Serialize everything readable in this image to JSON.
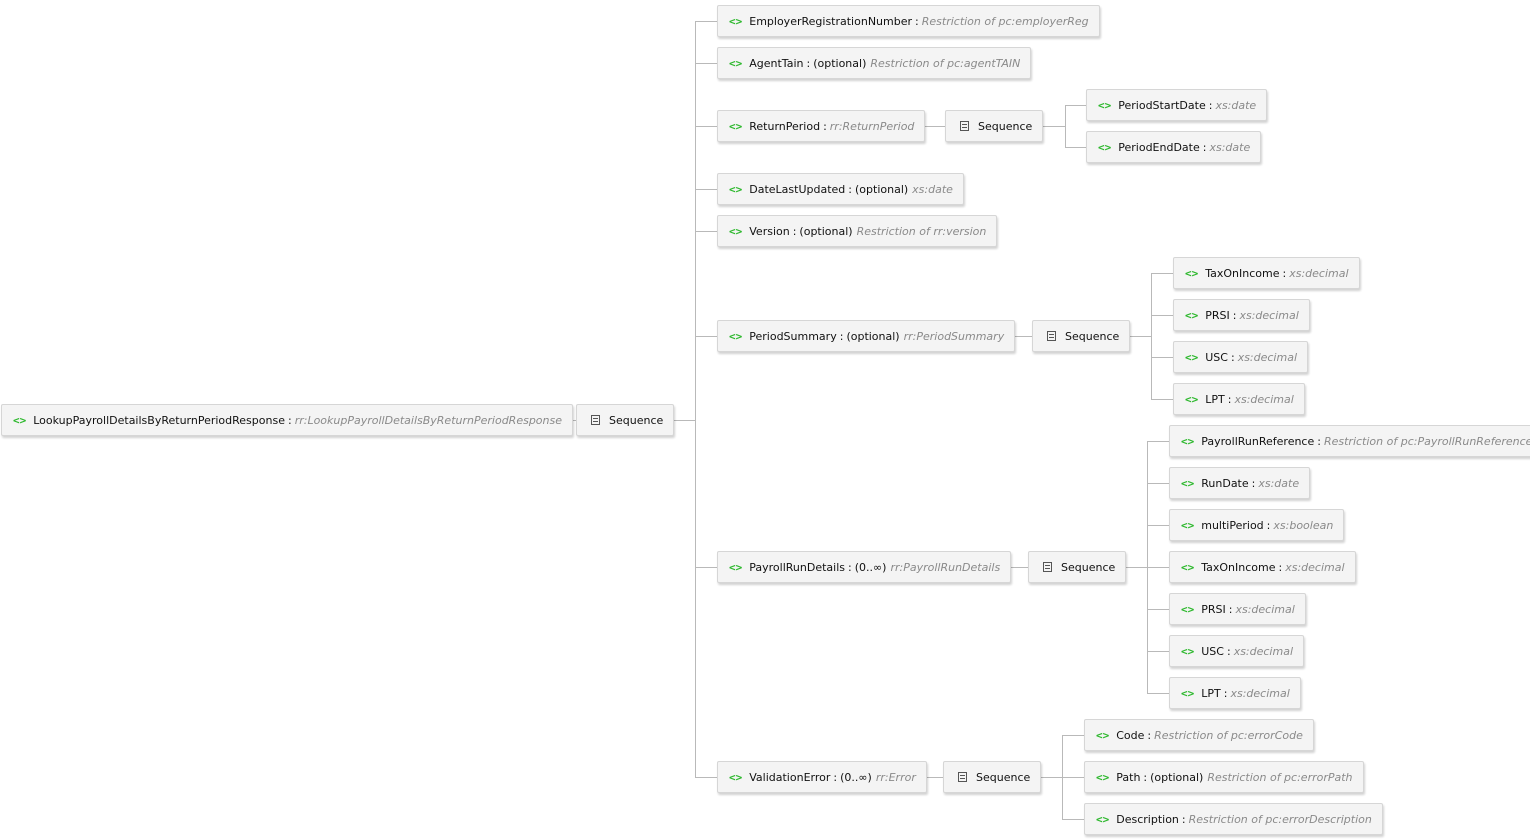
{
  "labels": {
    "element_icon": "<>",
    "separator": ":",
    "sequence": "Sequence"
  },
  "colors": {
    "element_icon": "#2cb82c",
    "type_text": "#8a8a8a",
    "connector": "#b9b9b9",
    "node_background": "#f4f4f4",
    "node_border": "#d6d6d6"
  },
  "root": {
    "name": "LookupPayrollDetailsByReturnPeriodResponse",
    "card": "",
    "type": "rr:LookupPayrollDetailsByReturnPeriodResponse",
    "children": [
      {
        "name": "EmployerRegistrationNumber",
        "card": "",
        "type": "Restriction of pc:employerReg"
      },
      {
        "name": "AgentTain",
        "card": "(optional)",
        "type": "Restriction of pc:agentTAIN"
      },
      {
        "name": "ReturnPeriod",
        "card": "",
        "type": "rr:ReturnPeriod",
        "children": [
          {
            "name": "PeriodStartDate",
            "card": "",
            "type": "xs:date"
          },
          {
            "name": "PeriodEndDate",
            "card": "",
            "type": "xs:date"
          }
        ]
      },
      {
        "name": "DateLastUpdated",
        "card": "(optional)",
        "type": "xs:date"
      },
      {
        "name": "Version",
        "card": "(optional)",
        "type": "Restriction of rr:version"
      },
      {
        "name": "PeriodSummary",
        "card": "(optional)",
        "type": "rr:PeriodSummary",
        "children": [
          {
            "name": "TaxOnIncome",
            "card": "",
            "type": "xs:decimal"
          },
          {
            "name": "PRSI",
            "card": "",
            "type": "xs:decimal"
          },
          {
            "name": "USC",
            "card": "",
            "type": "xs:decimal"
          },
          {
            "name": "LPT",
            "card": "",
            "type": "xs:decimal"
          }
        ]
      },
      {
        "name": "PayrollRunDetails",
        "card": "(0..∞)",
        "type": "rr:PayrollRunDetails",
        "children": [
          {
            "name": "PayrollRunReference",
            "card": "",
            "type": "Restriction of pc:PayrollRunReference"
          },
          {
            "name": "RunDate",
            "card": "",
            "type": "xs:date"
          },
          {
            "name": "multiPeriod",
            "card": "",
            "type": "xs:boolean"
          },
          {
            "name": "TaxOnIncome",
            "card": "",
            "type": "xs:decimal"
          },
          {
            "name": "PRSI",
            "card": "",
            "type": "xs:decimal"
          },
          {
            "name": "USC",
            "card": "",
            "type": "xs:decimal"
          },
          {
            "name": "LPT",
            "card": "",
            "type": "xs:decimal"
          }
        ]
      },
      {
        "name": "ValidationError",
        "card": "(0..∞)",
        "type": "rr:Error",
        "children": [
          {
            "name": "Code",
            "card": "",
            "type": "Restriction of pc:errorCode"
          },
          {
            "name": "Path",
            "card": "(optional)",
            "type": "Restriction of pc:errorPath"
          },
          {
            "name": "Description",
            "card": "",
            "type": "Restriction of pc:errorDescription"
          }
        ]
      }
    ]
  }
}
